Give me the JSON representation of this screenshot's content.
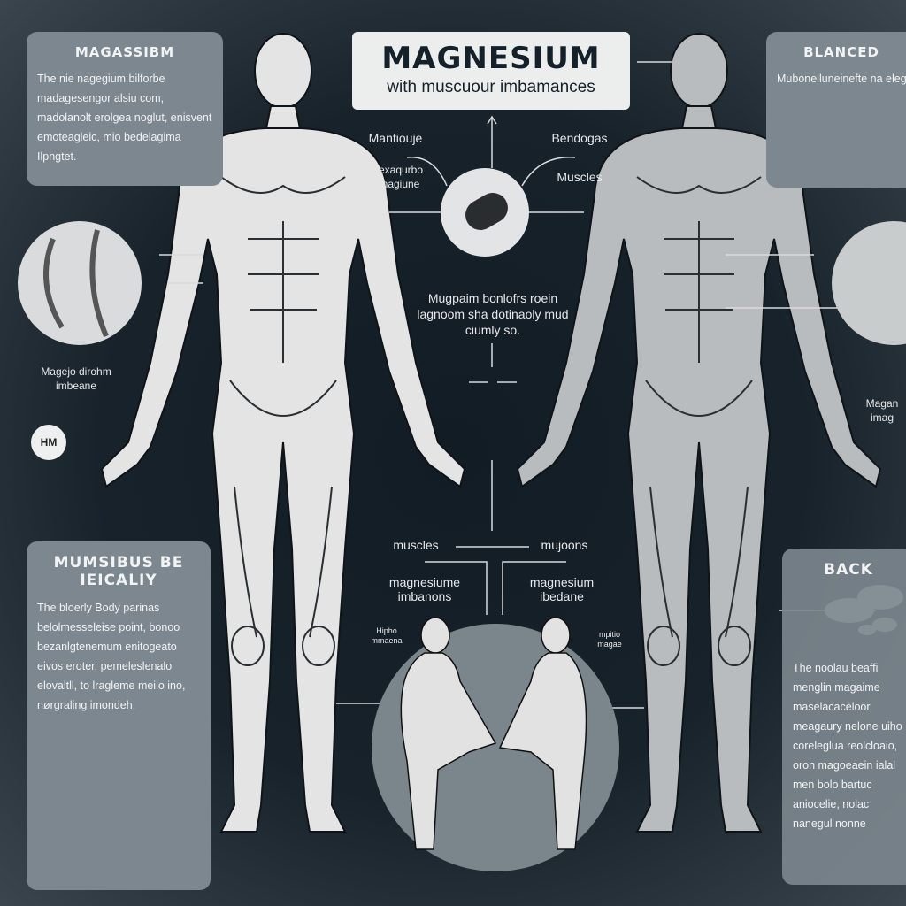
{
  "title": {
    "main": "MAGNESIUM",
    "subtitle": "with muscuour imbamances"
  },
  "panels": {
    "top_left": {
      "heading": "MAGASSIBM",
      "text": "The nie nagegium bilforbe madagesengor alsiu com, madolanolt erolgea noglut, enisvent emoteagleic, mio bedelagima Ilpngtet."
    },
    "top_right": {
      "heading": "BLANCED",
      "text": "Mubonelluneinefte na elegonu pnr gl ordordelos onen pre magogola nuuer nasacdi bleneoileu"
    },
    "bottom_left": {
      "heading": "MUMSIBUS BE IEICALIY",
      "text": "The bloerly Body parinas belolmesseleise point, bonoo bezanlgtenemum enitogeato eivos eroter, pemeleslenalo elovaltll, to lragleme meilo ino, nørgraling imondeh."
    },
    "bottom_right": {
      "heading": "BACK",
      "text": "The noolau beaffi menglin magaime maselacaceloor meagaury nelone uiho coreleglua reolcloaio, oron magoeaein ialal men bolo bartuc aniocelie, nolac nanegul nonne"
    }
  },
  "labels": {
    "left_inset": "Magejo dirohm imbeane",
    "hm_badge": "HM",
    "top_left_arrow": "Mantiouje",
    "top_left_sub": "exaqurbo nagiune",
    "top_right_arrow": "Bendogas",
    "top_right_sub": "Muscles",
    "center_text": "Mugpaim bonlofrs roein lagnoom sha dotinaoly mud ciumly so.",
    "muscles": "muscles",
    "mujoons": "mujoons",
    "mag_imbalance_left": "magnesiume imbanons",
    "mag_imbalance_right": "magnesium ibedane",
    "small_left": "Hipho mmaena",
    "small_right": "mpitio magae",
    "right_side": "Magan imag"
  },
  "colors": {
    "background": "#16202a",
    "panel": "#7c878f",
    "title_box": "#eceeee",
    "figure": "#e8e8e8"
  }
}
